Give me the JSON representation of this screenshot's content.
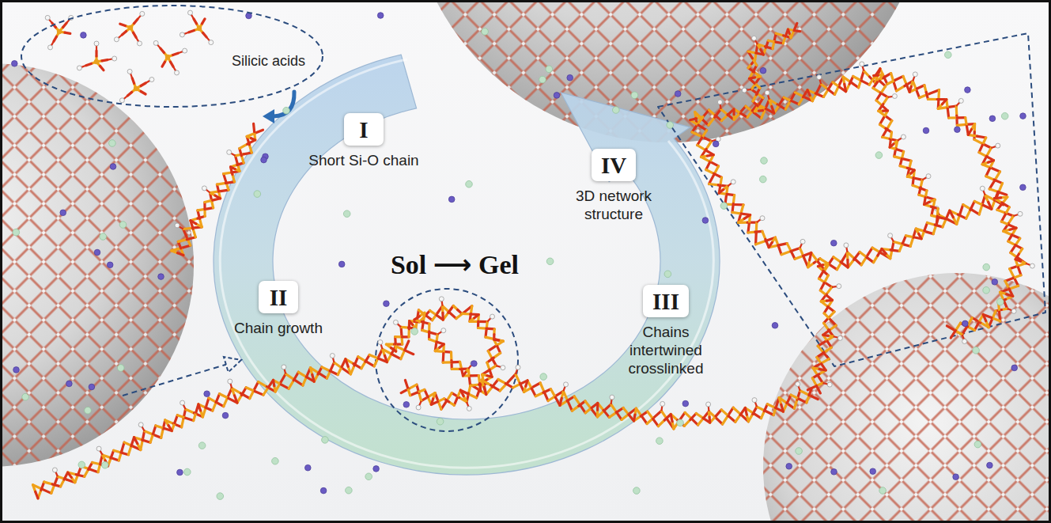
{
  "diagram": {
    "nodes": [
      {
        "text": [
          "Silicic acids"
        ]
      },
      {
        "text": [
          "I",
          "Short Si-O chain"
        ]
      },
      {
        "text": [
          "II",
          "Chain growth"
        ]
      },
      {
        "text": [
          "III",
          "Chains intertwined crosslinked"
        ]
      },
      {
        "text": [
          "IV",
          "3D network structure"
        ]
      }
    ],
    "labels": [
      "Sol ⟶ Gel"
    ]
  }
}
